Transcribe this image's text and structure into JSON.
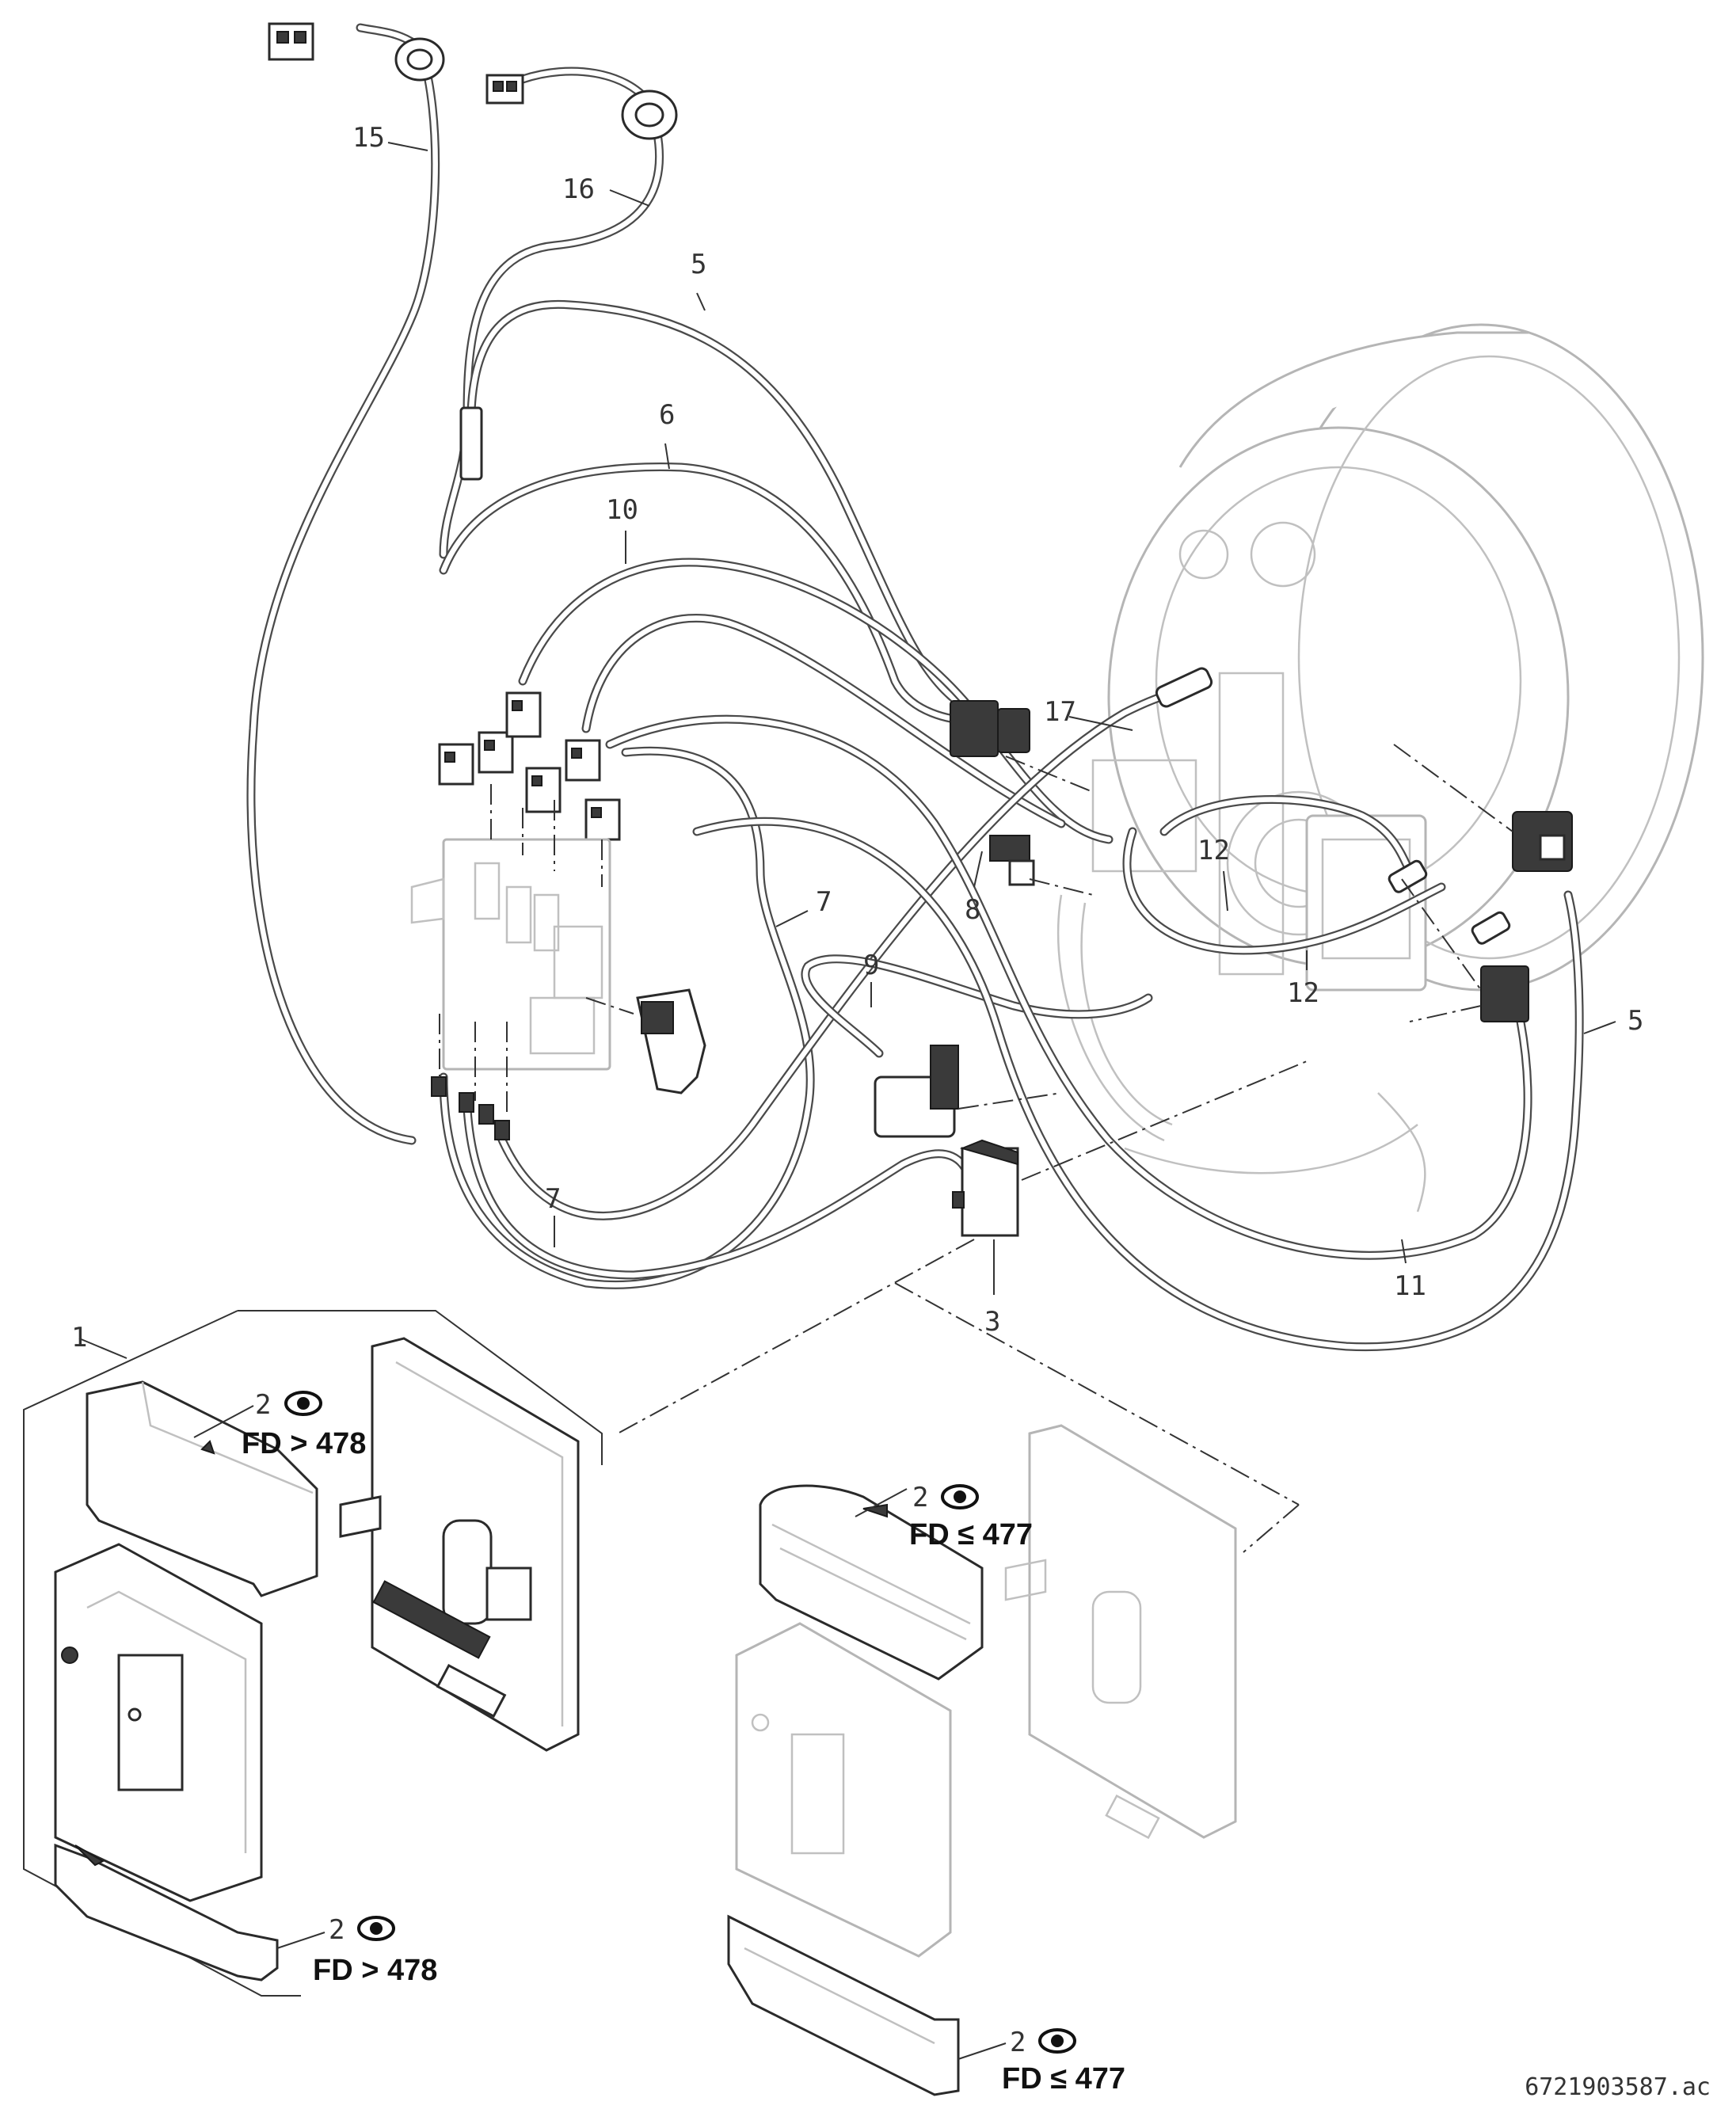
{
  "callouts": {
    "c1": "1",
    "c3": "3",
    "c5a": "5",
    "c5b": "5",
    "c6": "6",
    "c7a": "7",
    "c7b": "7",
    "c8": "8",
    "c9": "9",
    "c10": "10",
    "c11": "11",
    "c12a": "12",
    "c12b": "12",
    "c15": "15",
    "c16": "16",
    "c17": "17",
    "c2a": "2",
    "c2b": "2",
    "c2c": "2",
    "c2d": "2"
  },
  "variants": {
    "fd_gt": "FD > 478",
    "fd_le": "FD ≤ 477"
  },
  "icons": {
    "inspect": "eye-icon"
  },
  "document_code": "6721903587.ac",
  "colors": {
    "line": "#2a2a2a",
    "ghost": "#b5b5b5"
  }
}
